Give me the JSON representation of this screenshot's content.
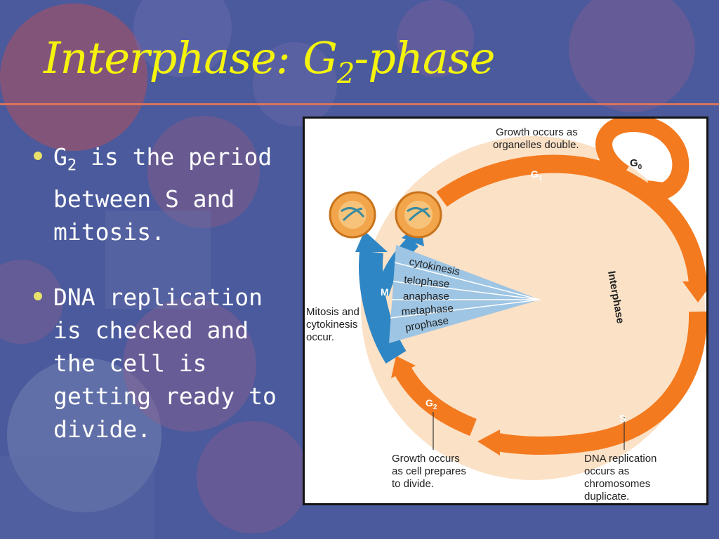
{
  "slide": {
    "title_main": "Interphase: G",
    "title_sub": "2",
    "title_suffix": "-phase"
  },
  "bullets": [
    {
      "pre": "G",
      "sub": "2",
      "rest": " is the period between S and mitosis."
    },
    {
      "pre": "DNA replication is checked and the cell is getting ready to divide.",
      "sub": "",
      "rest": ""
    }
  ],
  "diagram": {
    "g1_note": [
      "Growth occurs as",
      "organelles double."
    ],
    "g1_label": "G",
    "g1_sub": "1",
    "g0_label": "G",
    "g0_sub": "0",
    "interphase_label": "Interphase",
    "m_label": "M",
    "mitosis_note": [
      "Mitosis and",
      "cytokinesis",
      "occur."
    ],
    "m_phases": [
      "cytokinesis",
      "telophase",
      "anaphase",
      "metaphase",
      "prophase"
    ],
    "g2_label": "G",
    "g2_sub": "2",
    "g2_note": [
      "Growth occurs",
      "as cell prepares",
      "to divide."
    ],
    "s_label": "S",
    "s_note": [
      "DNA replication",
      "occurs as",
      "chromosomes",
      "duplicate."
    ]
  },
  "colors": {
    "background": "#4a5a9c",
    "title": "#f4f40d",
    "accent_rule": "#d9735c",
    "cycle_orange": "#f47a1f",
    "cell_fill": "#fbe1c6",
    "mitosis_blue": "#2f86c4"
  }
}
